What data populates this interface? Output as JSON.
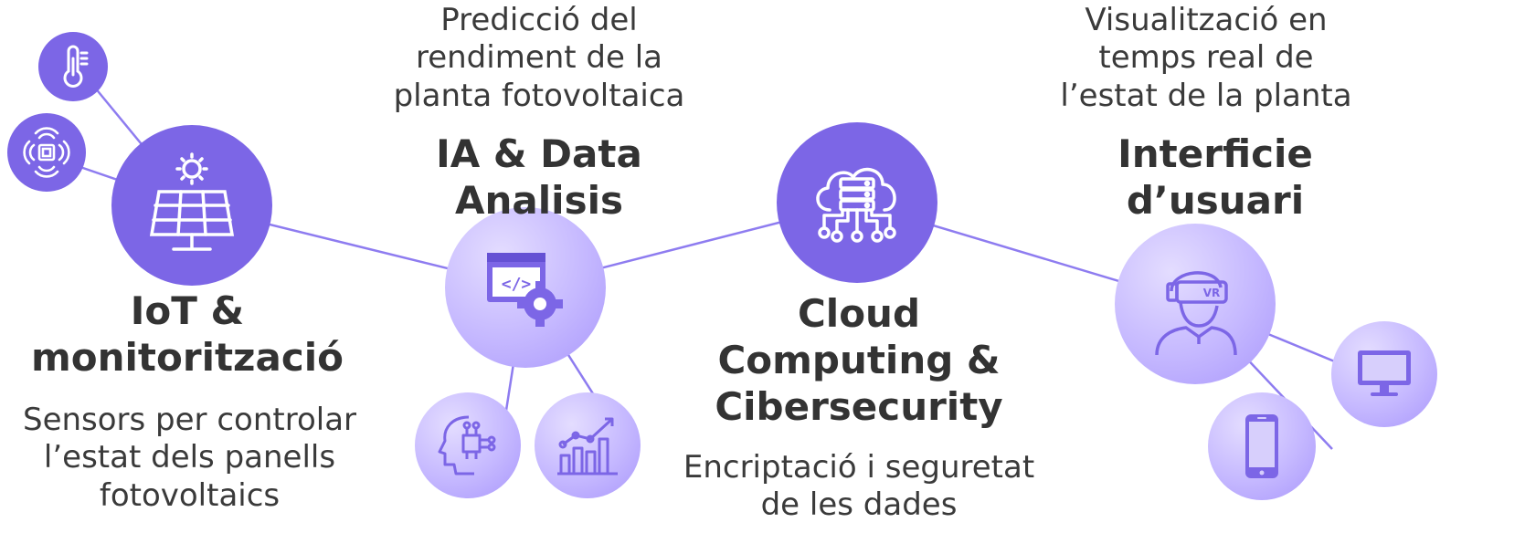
{
  "colors": {
    "accent": "#7C66E6",
    "line": "#8E7CF0",
    "soft": "#C7BBFF"
  },
  "nodes": {
    "iot": {
      "title": "IoT & monitorització",
      "title_line1": "IoT &",
      "title_line2": "monitorització",
      "desc_line1": "Sensors per controlar",
      "desc_line2": "l’estat dels panells",
      "desc_line3": "fotovoltaics",
      "icons": [
        "solar-panel-icon",
        "thermometer-icon",
        "sensor-signal-icon"
      ]
    },
    "ai": {
      "title": "IA & Data Analisis",
      "desc_line1": "Predicció del",
      "desc_line2": "rendiment de la",
      "desc_line3": "planta fotovoltaica",
      "icons": [
        "code-gear-icon",
        "ai-head-icon",
        "growth-chart-icon"
      ]
    },
    "cloud": {
      "title_line1": "Cloud",
      "title_line2": "Computing &",
      "title_line3": "Cibersecurity",
      "desc_line1": "Encriptació i seguretat",
      "desc_line2": "de les dades",
      "icons": [
        "cloud-server-icon"
      ]
    },
    "ui": {
      "title": "Interficie d’usuari",
      "desc_line1": "Visualització en",
      "desc_line2": "temps real de",
      "desc_line3": "l’estat de la planta",
      "vr_label": "VR",
      "icons": [
        "vr-user-icon",
        "monitor-icon",
        "smartphone-icon"
      ]
    }
  }
}
